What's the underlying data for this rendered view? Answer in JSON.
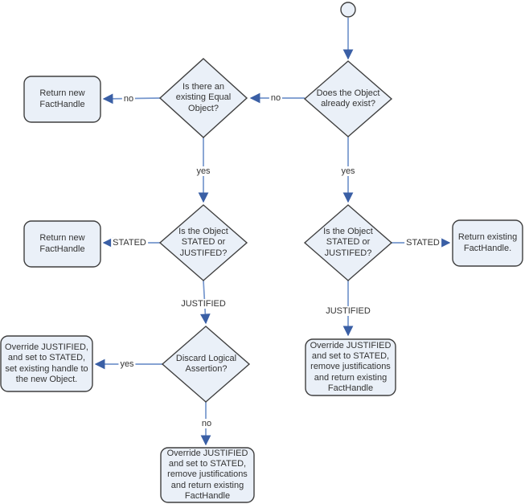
{
  "diagram": {
    "type": "flowchart",
    "colors": {
      "node_fill": "#eaf0f8",
      "node_border": "#3f3f3f",
      "connector_line": "#7596cd",
      "arrowhead": "#3a5fa5",
      "text": "#333333",
      "background": "#ffffff"
    },
    "nodes": {
      "decision_object_exists": {
        "label": "Does the Object\nalready exist?"
      },
      "decision_existing_equal": {
        "label": "Is there an\nexisting Equal\nObject?"
      },
      "box_return_new_top": {
        "label": "Return new\nFactHandle"
      },
      "decision_stated_left": {
        "label": "Is the Object\nSTATED or\nJUSTIFED?"
      },
      "decision_stated_right": {
        "label": "Is the Object\nSTATED or\nJUSTIFED?"
      },
      "box_return_new_mid": {
        "label": "Return new\nFactHandle"
      },
      "box_return_existing": {
        "label": "Return existing\nFactHandle."
      },
      "decision_discard_logical": {
        "label": "Discard Logical\nAssertion?"
      },
      "box_override_set_handle": {
        "label": "Override JUSTIFIED,\nand set to STATED,\nset existing handle to\nthe new Object."
      },
      "box_override_right": {
        "label": "Override JUSTIFIED\nand set to STATED,\nremove justifications\nand return existing\nFactHandle"
      },
      "box_override_bottom": {
        "label": "Override JUSTIFIED\nand set to STATED,\nremove justifications\nand return existing\nFactHandle"
      }
    },
    "edge_labels": {
      "exists_no": "no",
      "equal_no": "no",
      "equal_yes": "yes",
      "exists_yes": "yes",
      "stated_left": "STATED",
      "stated_right": "STATED",
      "justified_left": "JUSTIFIED",
      "justified_right": "JUSTIFIED",
      "discard_yes": "yes",
      "discard_no": "no"
    }
  }
}
